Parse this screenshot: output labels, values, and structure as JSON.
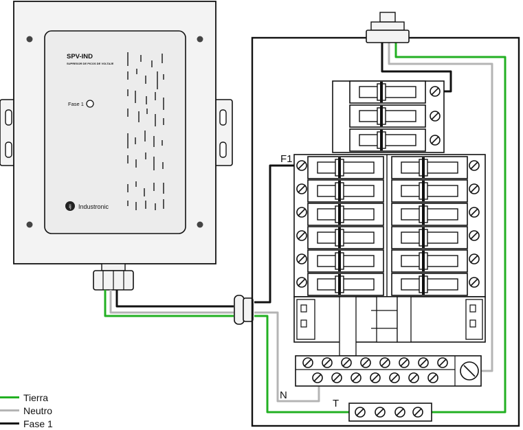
{
  "device": {
    "model": "SPV-IND",
    "subtitle": "SUPRESOR DE PICOS DE VOLTAJE",
    "phase_label": "Fase 1",
    "brand": "Industronic",
    "brand_logo_letters": "ij"
  },
  "panel": {
    "label_phase": "F1",
    "label_neutral": "N",
    "label_ground": "T"
  },
  "legend": {
    "items": [
      {
        "label": "Tierra",
        "color": "#22b022"
      },
      {
        "label": "Neutro",
        "color": "#b4b4b4"
      },
      {
        "label": "Fase 1",
        "color": "#111111"
      }
    ]
  },
  "colors": {
    "ground": "#22b022",
    "neutral": "#b4b4b4",
    "phase": "#111111",
    "device_body": "#f3f3f3",
    "device_face": "#ececec"
  }
}
